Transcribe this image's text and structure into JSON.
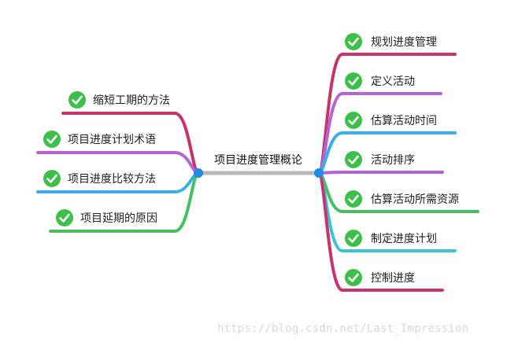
{
  "center": {
    "label": "项目进度管理概论"
  },
  "colors": {
    "crimson": "#c8336d",
    "purple": "#b564d4",
    "blue": "#3aaee8",
    "green": "#45c160",
    "teal": "#36c6d6",
    "hub": "#1e8de8",
    "stem": "#b9b9b9",
    "check": "#3cc04a"
  },
  "icons": {
    "check": "check-circle-icon"
  },
  "left_topics": [
    {
      "label": "缩短工期的方法",
      "color": "crimson"
    },
    {
      "label": "项目进度计划术语",
      "color": "purple"
    },
    {
      "label": "项目进度比较方法",
      "color": "blue"
    },
    {
      "label": "项目延期的原因",
      "color": "green"
    }
  ],
  "right_topics": [
    {
      "label": "规划进度管理",
      "color": "crimson"
    },
    {
      "label": "定义活动",
      "color": "purple"
    },
    {
      "label": "估算活动时间",
      "color": "blue"
    },
    {
      "label": "活动排序",
      "color": "purple"
    },
    {
      "label": "估算活动所需资源",
      "color": "green"
    },
    {
      "label": "制定进度计划",
      "color": "teal"
    },
    {
      "label": "控制进度",
      "color": "crimson"
    }
  ],
  "watermark": "https://blog.csdn.net/Last_Impression"
}
